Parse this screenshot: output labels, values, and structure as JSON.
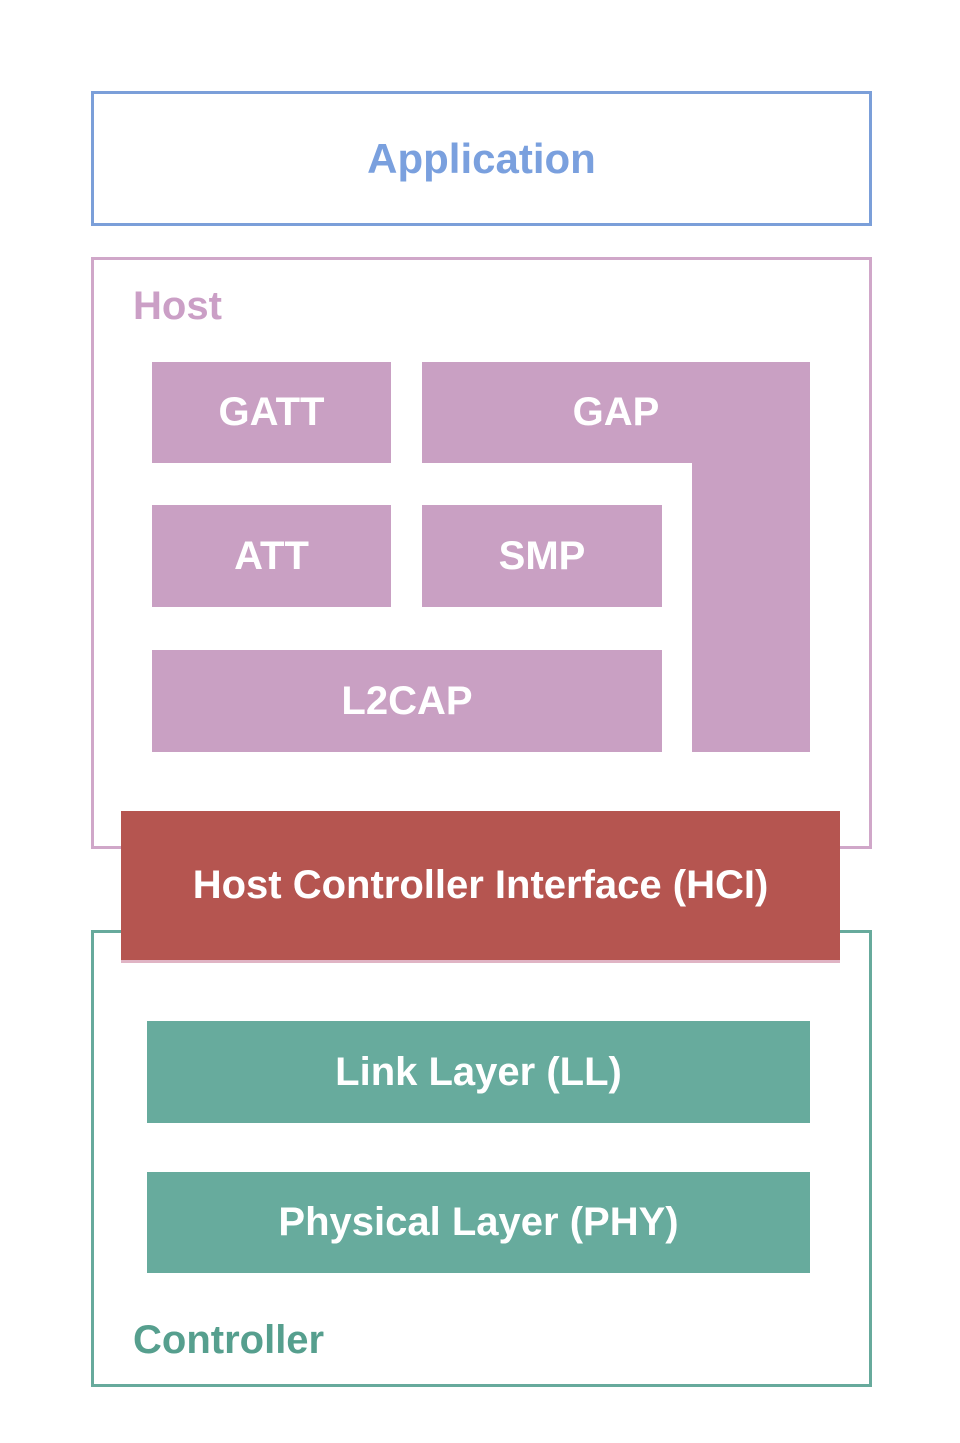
{
  "colors": {
    "blue-border": "#7b9fd9",
    "blue-text": "#7aa0de",
    "pink-border": "#d0a7c9",
    "pink-text": "#cb9fc6",
    "mauve": "#c9a0c3",
    "red": "#b55550",
    "teal": "#67ab9d",
    "teal-border": "#67aa9c",
    "teal-text": "#569f8e",
    "block-text": "#ffffff"
  },
  "application": {
    "label": "Application"
  },
  "host": {
    "label": "Host",
    "blocks": {
      "gatt": {
        "label": "GATT"
      },
      "gap": {
        "label": "GAP"
      },
      "att": {
        "label": "ATT"
      },
      "smp": {
        "label": "SMP"
      },
      "l2cap": {
        "label": "L2CAP"
      }
    }
  },
  "hci": {
    "label": "Host Controller Interface (HCI)"
  },
  "controller": {
    "label": "Controller",
    "blocks": {
      "link_layer": {
        "label": "Link Layer (LL)"
      },
      "phy": {
        "label": "Physical Layer (PHY)"
      }
    }
  }
}
